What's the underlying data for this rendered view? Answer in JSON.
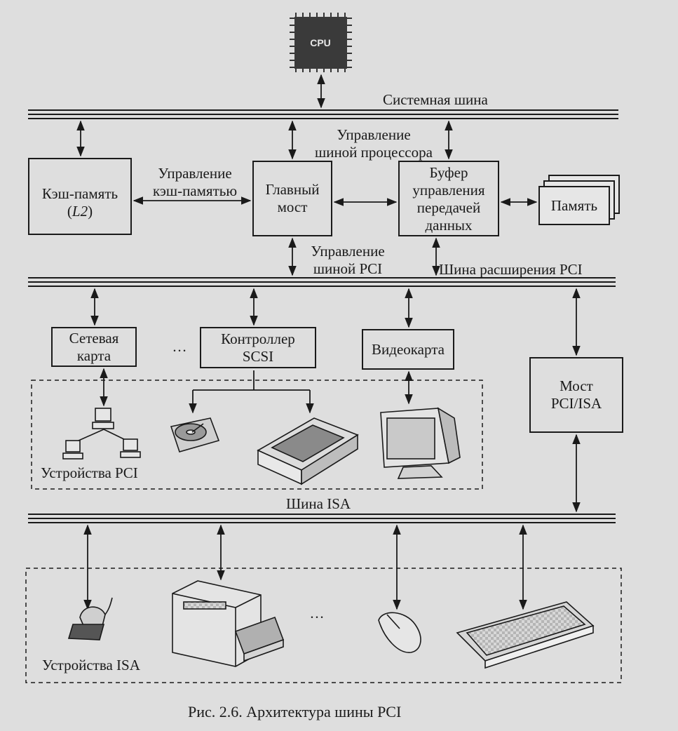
{
  "diagram": {
    "cpu_label": "CPU",
    "system_bus_label": "Системная шина",
    "cpu_bus_control": [
      "Управление",
      "шиной процессора"
    ],
    "cache_control": [
      "Управление",
      "кэш-памятью"
    ],
    "cache_box": [
      "Кэш-память",
      "(",
      "L2",
      ")"
    ],
    "main_bridge": [
      "Главный",
      "мост"
    ],
    "buffer_box": [
      "Буфер",
      "управления",
      "передачей",
      "данных"
    ],
    "memory_box": "Память",
    "pci_bus_control": [
      "Управление",
      "шиной PCI"
    ],
    "pci_expansion_bus": "Шина расширения PCI",
    "network_card": [
      "Сетевая",
      "карта"
    ],
    "ellipsis_pci": "…",
    "scsi_controller": [
      "Контроллер",
      "SCSI"
    ],
    "video_card": "Видеокарта",
    "pci_isa_bridge": [
      "Мост",
      "PCI/ISA"
    ],
    "pci_devices": "Устройства PCI",
    "isa_bus": "Шина ISA",
    "ellipsis_isa": "…",
    "isa_devices": "Устройства ISA"
  },
  "caption": "Рис. 2.6. Архитектура шины PCI",
  "colors": {
    "background": "#dedede",
    "ink": "#1a1a1a",
    "box_fill": "#e6e6e6"
  }
}
